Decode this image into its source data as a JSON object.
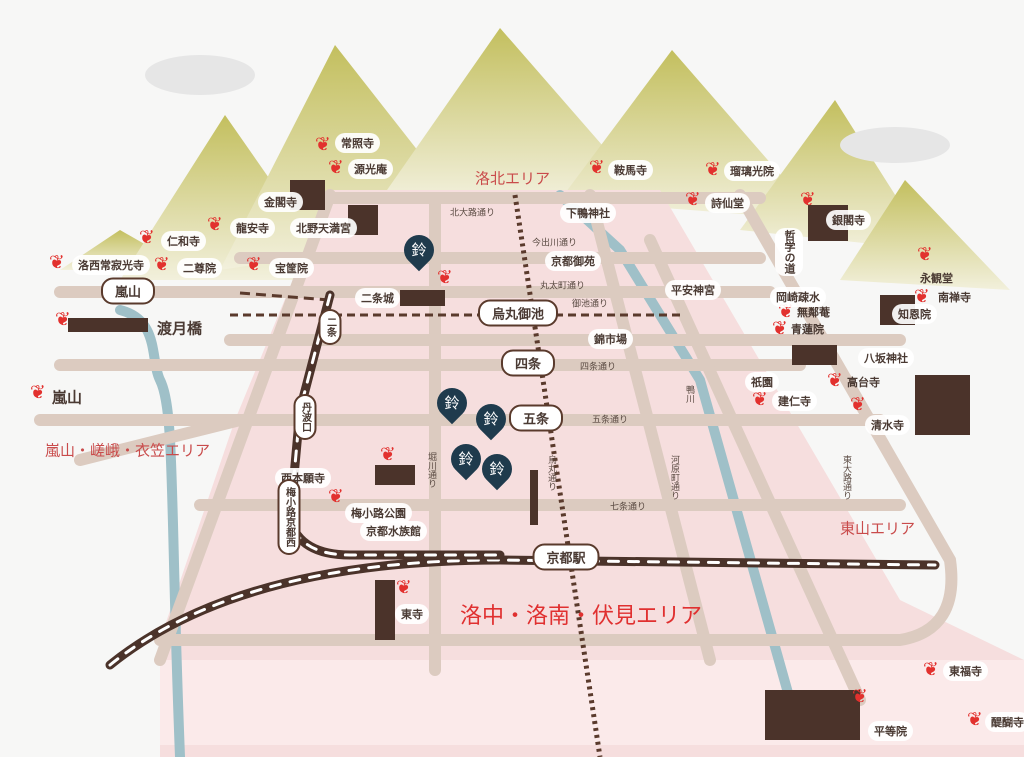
{
  "areas": [
    "洛北エリア",
    "嵐山・嵯峨・衣笠エリア",
    "東山エリア",
    "洛中・洛南・伏見エリア"
  ],
  "spots": [
    "常照寺",
    "源光庵",
    "龍安寺",
    "仁和寺",
    "洛西常寂光寺",
    "二尊院",
    "宝筐院",
    "渡月橋",
    "嵐山",
    "鞍馬寺",
    "瑠璃光院",
    "詩仙堂",
    "銀閣寺",
    "永観堂",
    "南禅寺",
    "無鄰菴",
    "青蓮院",
    "高台寺",
    "建仁寺",
    "清水寺",
    "東寺",
    "東福寺",
    "醍醐寺",
    "平等院",
    "梅小路公園",
    "二条城",
    "西本願寺"
  ],
  "landmarks": [
    "金閣寺",
    "北野天満宮",
    "下鴨神社",
    "京都御苑",
    "平安神宮",
    "岡崎疎水",
    "錦市場",
    "八坂神社",
    "祇園",
    "知恩院",
    "京都水族館",
    "哲学の道"
  ],
  "roads": [
    "北大路通り",
    "今出川通り",
    "丸太町通り",
    "御池通り",
    "四条通り",
    "五条通り",
    "七条通り",
    "堀川通り",
    "烏丸通り",
    "河原町通り",
    "東大路通り",
    "鴨川"
  ],
  "stations": [
    "嵐山",
    "烏丸御池",
    "四条",
    "五条",
    "京都駅",
    "二条",
    "丹波口",
    "梅小路京都西"
  ],
  "pin_glyph": "鈴",
  "colors": {
    "maple": "#e2312e",
    "area": "#c94b4b",
    "road": "#dccbc0",
    "river": "#9fc0c8",
    "rail": "#4b332a",
    "city": "#f6dede"
  }
}
